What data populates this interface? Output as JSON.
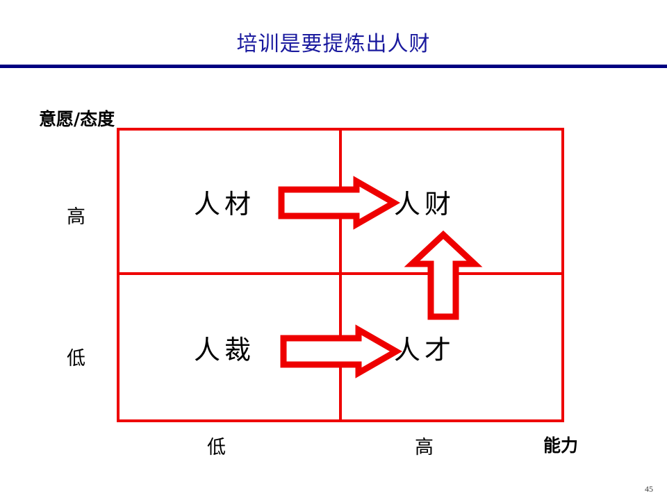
{
  "slide": {
    "title": "培训是要提炼出人财",
    "page_number": "45",
    "title_color": "#1a1a9e",
    "rule_color": "#000080",
    "accent_color": "#ee0000"
  },
  "matrix": {
    "y_axis_title": "意愿/态度",
    "x_axis_title": "能力",
    "y_ticks": {
      "high": "高",
      "low": "低"
    },
    "x_ticks": {
      "low": "低",
      "high": "高"
    },
    "quadrants": {
      "top_left": "人材",
      "top_right": "人财",
      "bottom_left": "人裁",
      "bottom_right": "人才"
    }
  },
  "arrows": [
    {
      "name": "top-right-arrow",
      "direction": "right",
      "from": "人材",
      "to": "人财"
    },
    {
      "name": "bottom-right-arrow",
      "direction": "right",
      "from": "人裁",
      "to": "人才"
    },
    {
      "name": "upward-arrow",
      "direction": "up",
      "from": "人才",
      "to": "人财"
    }
  ]
}
